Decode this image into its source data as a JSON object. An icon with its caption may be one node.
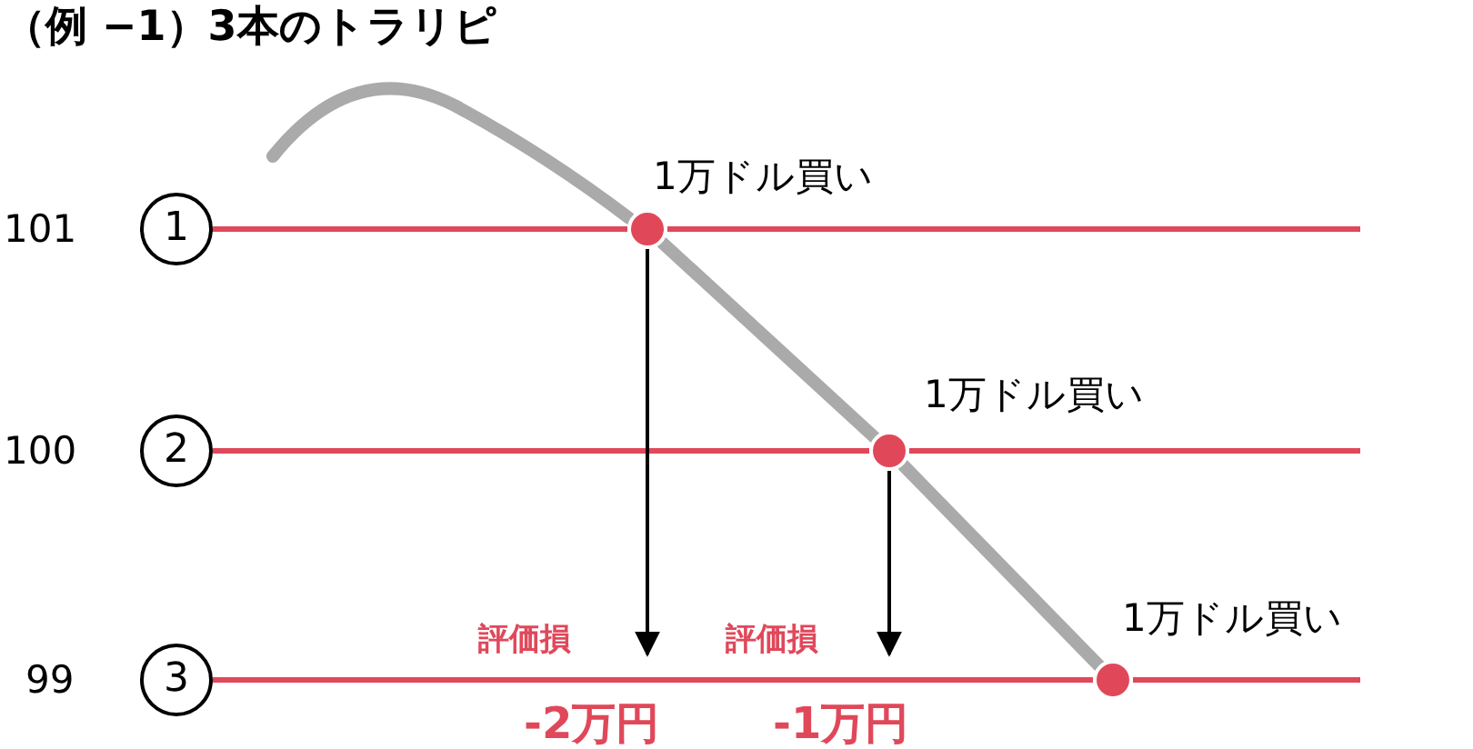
{
  "diagram": {
    "title": "（例 −1）3本のトラリピ",
    "nodes": [
      {
        "text": [
          "1"
        ],
        "beside": [
          "101"
        ]
      },
      {
        "text": [
          "2"
        ],
        "beside": [
          "100"
        ]
      },
      {
        "text": [
          "3"
        ],
        "beside": [
          "99"
        ]
      },
      {
        "text": [],
        "shape": "circle",
        "beside": [
          "1万ドル買い"
        ]
      },
      {
        "text": [],
        "shape": "circle",
        "beside": [
          "1万ドル買い"
        ]
      },
      {
        "text": [],
        "shape": "circle",
        "beside": [
          "1万ドル買い"
        ]
      }
    ],
    "edges": [
      {
        "from": 0,
        "to": 3,
        "arrow": "none",
        "color": "#e0485a"
      },
      {
        "from": 1,
        "to": 4,
        "arrow": "none",
        "color": "#e0485a"
      },
      {
        "from": 2,
        "to": 5,
        "arrow": "none",
        "color": "#e0485a"
      },
      {
        "from": 3,
        "to": 4,
        "arrow": "none",
        "style": "thick",
        "color": "#aaaaaa"
      },
      {
        "from": 4,
        "to": 5,
        "arrow": "none",
        "style": "thick",
        "color": "#aaaaaa"
      },
      {
        "from": 3,
        "to": null,
        "arrow": "to",
        "color": "#000000"
      },
      {
        "from": 4,
        "to": null,
        "arrow": "to",
        "color": "#000000"
      }
    ],
    "labels": [
      "評価損",
      "評価損",
      "-2万円",
      "-1万円"
    ]
  }
}
